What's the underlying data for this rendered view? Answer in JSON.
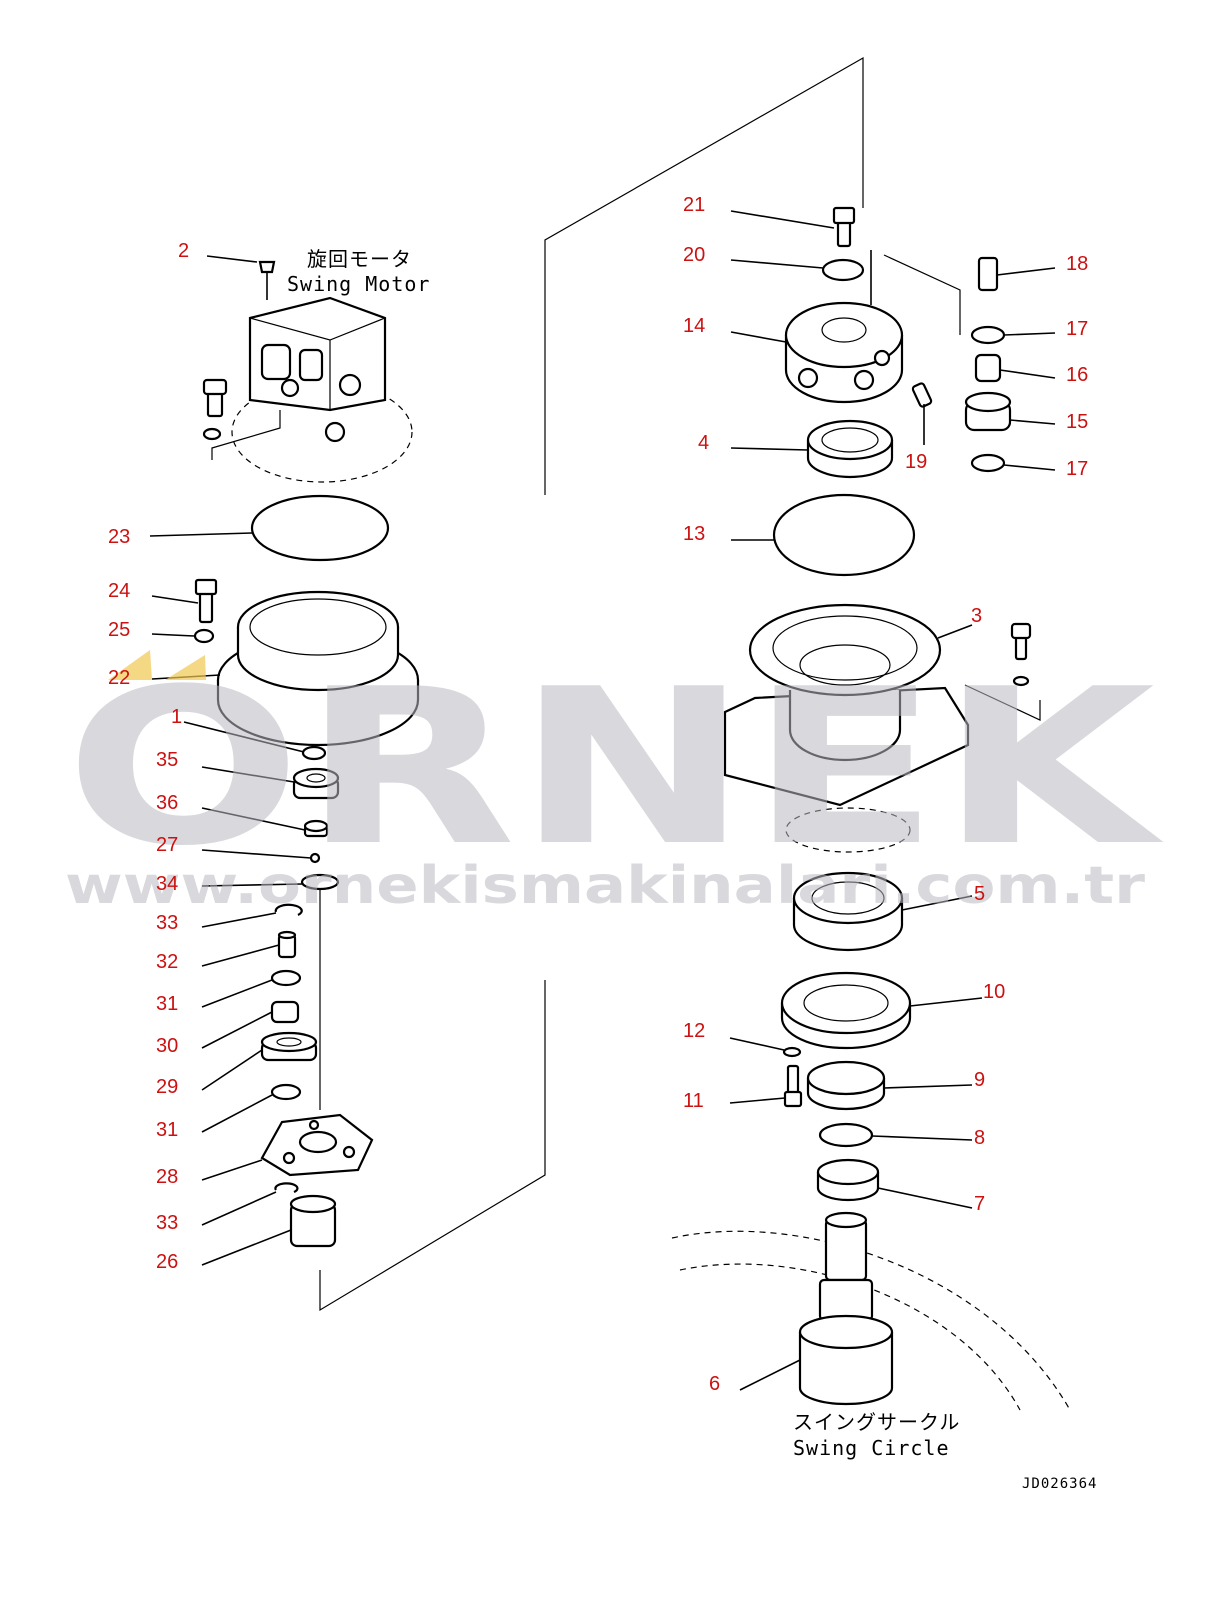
{
  "labels": {
    "motor_jp": "旋回モータ",
    "motor_en": "Swing Motor",
    "circle_jp": "スイングサークル",
    "circle_en": "Swing Circle",
    "drawing_code": "JD026364"
  },
  "watermark": {
    "brand": "ORNEK",
    "url": "www.ornekismakinalari.com.tr"
  },
  "callouts": {
    "c1": "1",
    "c2": "2",
    "c3": "3",
    "c4": "4",
    "c5": "5",
    "c6": "6",
    "c7": "7",
    "c8": "8",
    "c9": "9",
    "c10": "10",
    "c11": "11",
    "c12": "12",
    "c13": "13",
    "c14": "14",
    "c15": "15",
    "c16": "16",
    "c17a": "17",
    "c17b": "17",
    "c18": "18",
    "c19": "19",
    "c20": "20",
    "c21": "21",
    "c22": "22",
    "c23": "23",
    "c24": "24",
    "c25": "25",
    "c26": "26",
    "c27": "27",
    "c28": "28",
    "c29": "29",
    "c30": "30",
    "c31a": "31",
    "c31b": "31",
    "c32": "32",
    "c33a": "33",
    "c33b": "33",
    "c34": "34",
    "c35": "35",
    "c36": "36"
  }
}
